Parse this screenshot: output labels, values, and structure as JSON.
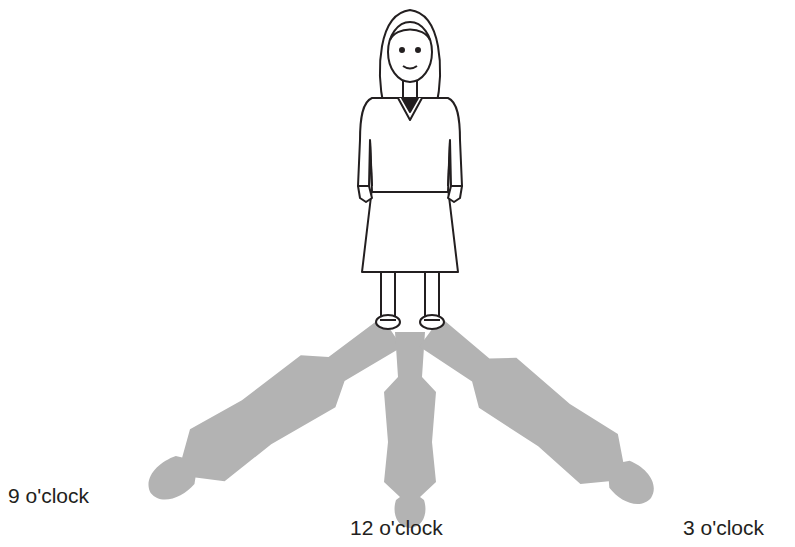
{
  "diagram": {
    "labels": [
      "9 o'clock",
      "12 o'clock",
      "3 o'clock"
    ]
  }
}
